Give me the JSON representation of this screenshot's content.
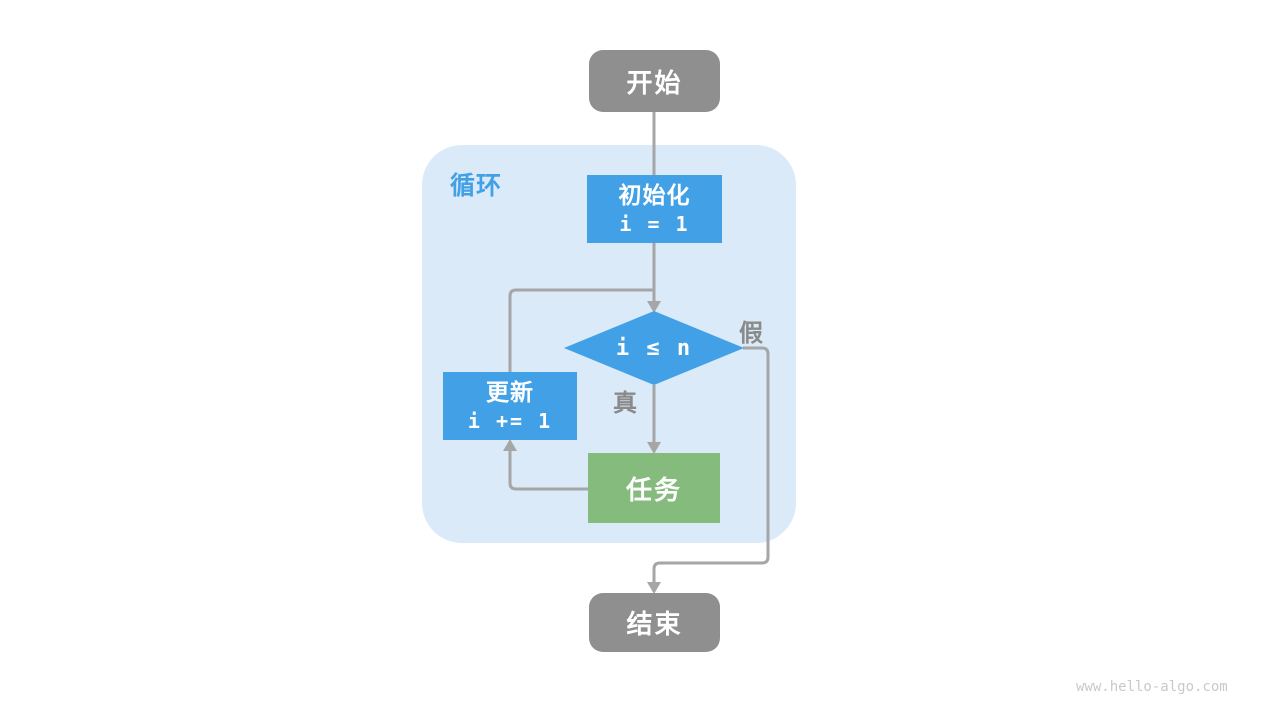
{
  "page": {
    "watermark": "www.hello-algo.com"
  },
  "colors": {
    "node_blue": "#42a1e6",
    "node_green": "#85bb7c",
    "node_gray": "#8f8f8f",
    "loop_container_bg": "#daeaf8",
    "connector_gray": "#a6a6a6",
    "edge_label_gray": "#8a8a8a",
    "watermark_gray": "#c9c9c9",
    "node_text": "#ffffff"
  },
  "flowchart": {
    "loop_container": {
      "label": "循环"
    },
    "nodes": {
      "start": {
        "label": "开始"
      },
      "init": {
        "title": "初始化",
        "code": "i = 1"
      },
      "condition": {
        "label": "i ≤ n"
      },
      "update": {
        "title": "更新",
        "code": "i += 1"
      },
      "task": {
        "label": "任务"
      },
      "end": {
        "label": "结束"
      }
    },
    "edge_labels": {
      "true_branch": "真",
      "false_branch": "假"
    }
  }
}
